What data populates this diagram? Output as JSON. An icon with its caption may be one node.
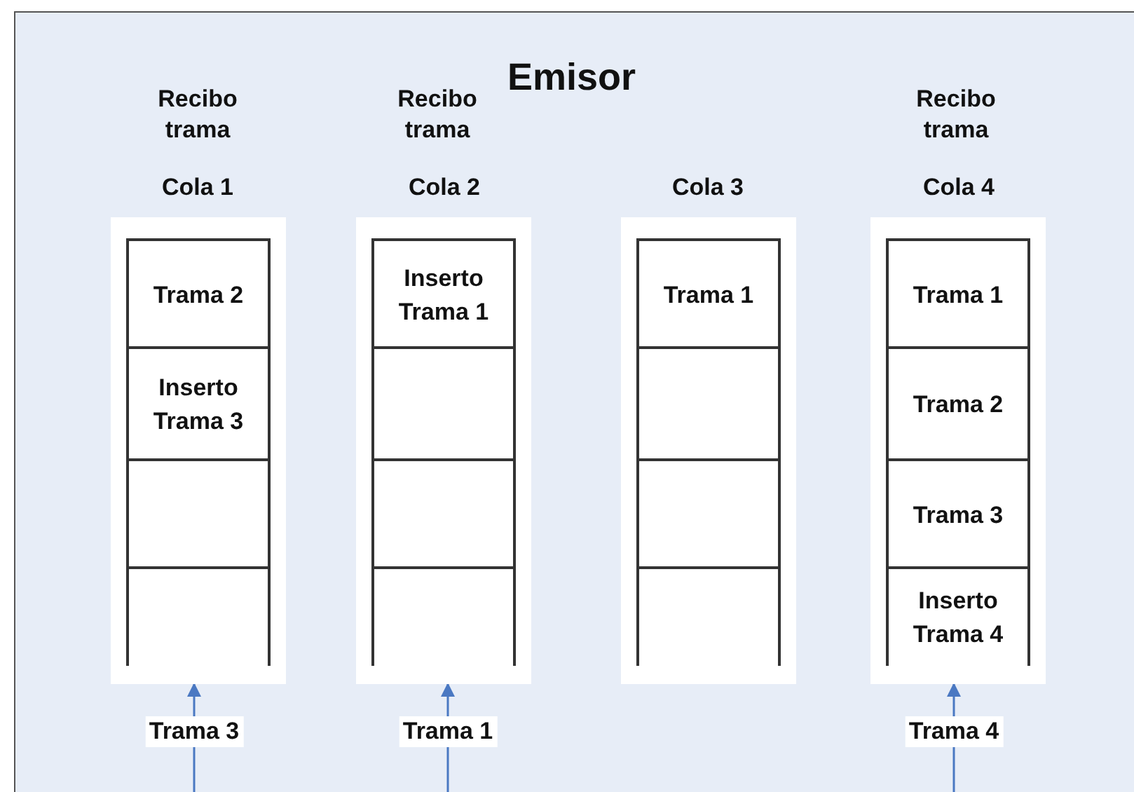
{
  "diagram": {
    "title": "Emisor",
    "nodes": [
      {
        "text": [
          "Cola 1"
        ],
        "beside": [
          "Recibo trama"
        ]
      },
      {
        "text": [
          "Trama 2"
        ],
        "in": 0
      },
      {
        "text": [
          "Inserto Trama 3"
        ],
        "in": 0
      },
      {
        "text": [],
        "shape": "box",
        "in": 0
      },
      {
        "text": [],
        "shape": "box",
        "in": 0
      },
      {
        "text": [
          "Cola 2"
        ],
        "beside": [
          "Recibo trama"
        ]
      },
      {
        "text": [
          "Inserto Trama 1"
        ],
        "in": 5
      },
      {
        "text": [],
        "shape": "box",
        "in": 5
      },
      {
        "text": [],
        "shape": "box",
        "in": 5
      },
      {
        "text": [],
        "shape": "box",
        "in": 5
      },
      {
        "text": [
          "Cola 3"
        ]
      },
      {
        "text": [
          "Trama 1"
        ],
        "in": 10
      },
      {
        "text": [],
        "shape": "box",
        "in": 10
      },
      {
        "text": [],
        "shape": "box",
        "in": 10
      },
      {
        "text": [],
        "shape": "box",
        "in": 10
      },
      {
        "text": [
          "Cola 4"
        ],
        "beside": [
          "Recibo trama"
        ]
      },
      {
        "text": [
          "Trama 1"
        ],
        "in": 15
      },
      {
        "text": [
          "Trama 2"
        ],
        "in": 15
      },
      {
        "text": [
          "Trama 3"
        ],
        "in": 15
      },
      {
        "text": [
          "Inserto Trama 4"
        ],
        "in": 15
      }
    ],
    "edges": [
      {
        "from": null,
        "to": 0,
        "arrow": "to",
        "label": "Trama 3"
      },
      {
        "from": null,
        "to": 5,
        "arrow": "to",
        "label": "Trama 1"
      },
      {
        "from": null,
        "to": 15,
        "arrow": "to",
        "label": "Trama 4"
      }
    ]
  }
}
